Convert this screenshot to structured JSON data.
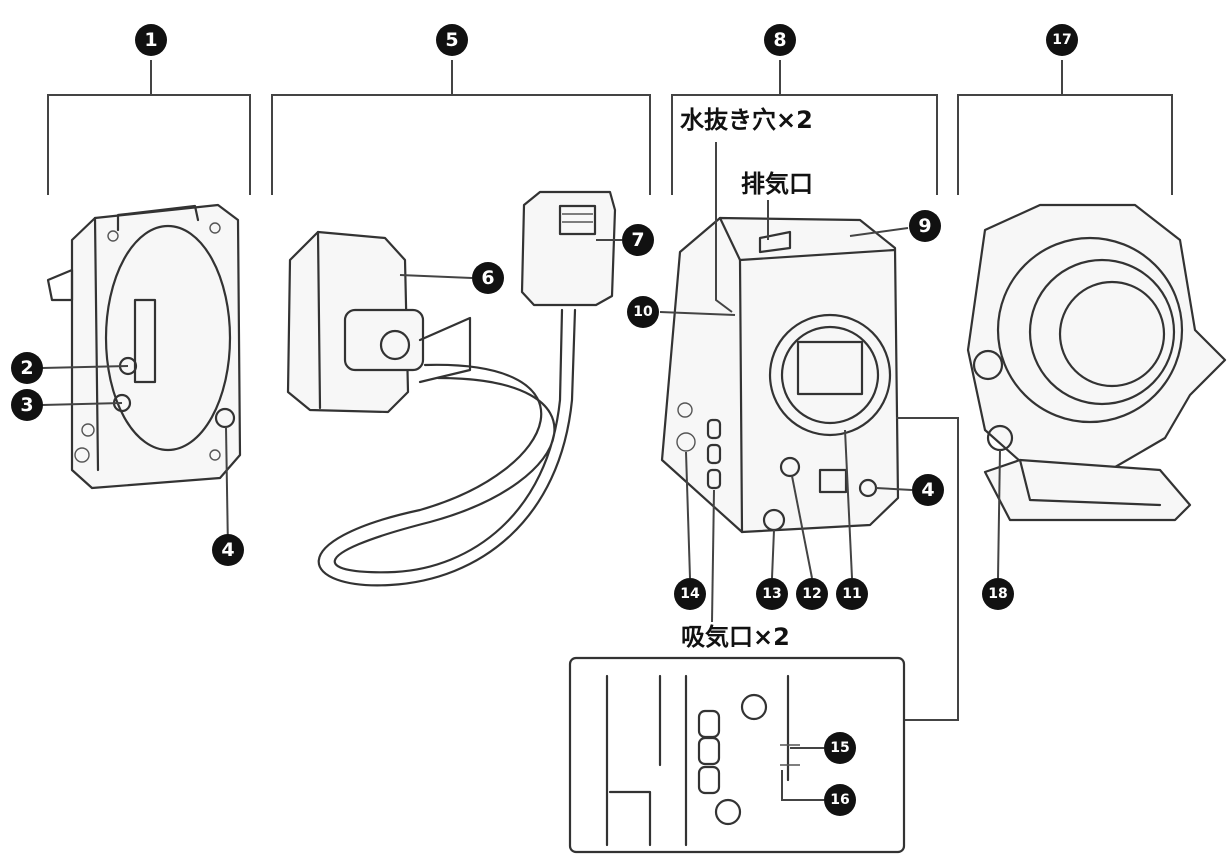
{
  "callouts": {
    "c1": "1",
    "c2": "2",
    "c3": "3",
    "c4a": "4",
    "c4b": "4",
    "c5": "5",
    "c6": "6",
    "c7": "7",
    "c8": "8",
    "c9": "9",
    "c10": "10",
    "c11": "11",
    "c12": "12",
    "c13": "13",
    "c14": "14",
    "c15": "15",
    "c16": "16",
    "c17": "17",
    "c18": "18"
  },
  "labels": {
    "drain_holes": "水抜き穴×2",
    "exhaust": "排気口",
    "intake": "吸気口×2"
  },
  "colors": {
    "callout_fill": "#111111",
    "line": "#444444"
  }
}
